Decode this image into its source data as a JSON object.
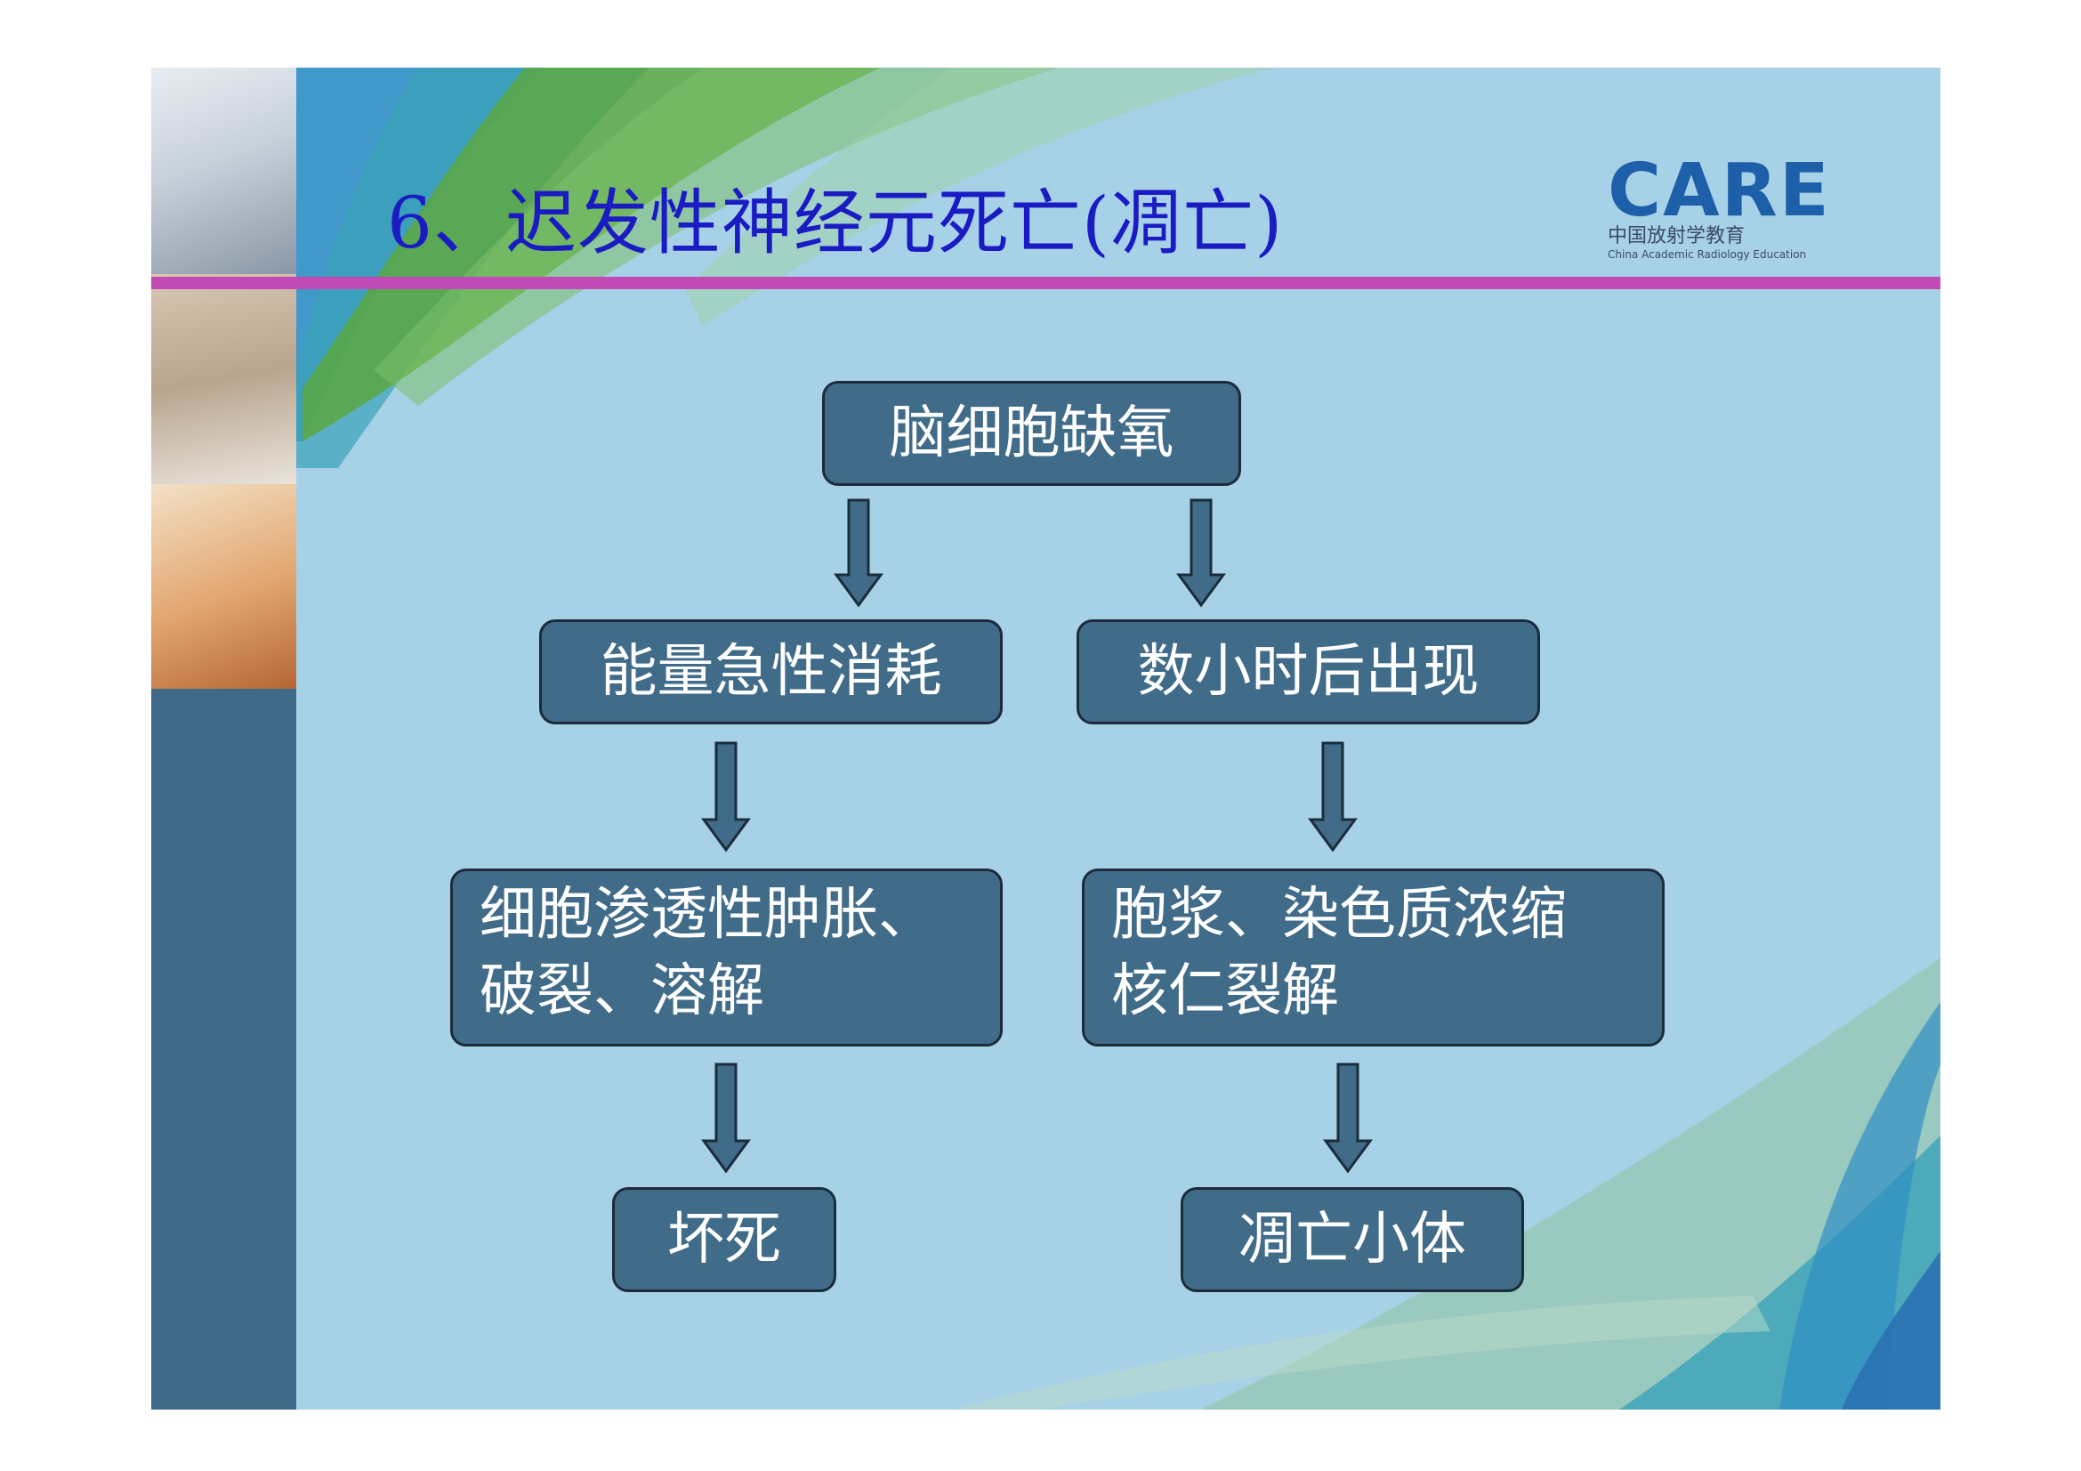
{
  "slide": {
    "title": "6、迟发性神经元死亡(凋亡)"
  },
  "logo": {
    "mark": "CARE",
    "name_cn": "中国放射学教育",
    "name_en": "China Academic Radiology Education"
  },
  "flowchart": {
    "root": "脑细胞缺氧",
    "left_branch": {
      "step1": "能量急性消耗",
      "step2_lines": [
        "细胞渗透性肿胀、",
        "破裂、溶解"
      ],
      "result": "坏死"
    },
    "right_branch": {
      "step1": "数小时后出现",
      "step2_lines": [
        "胞浆、染色质浓缩",
        "核仁裂解"
      ],
      "result": "凋亡小体"
    }
  },
  "colors": {
    "slide_background": "#a6d1e6",
    "title_text": "#1b1bc4",
    "header_line": "#c04bb5",
    "node_fill": "#406b89",
    "node_border": "#1b2c3b",
    "arrow_fill": "#406b89",
    "logo": "#1d5fa8",
    "sidebar": "#3f6a88"
  }
}
